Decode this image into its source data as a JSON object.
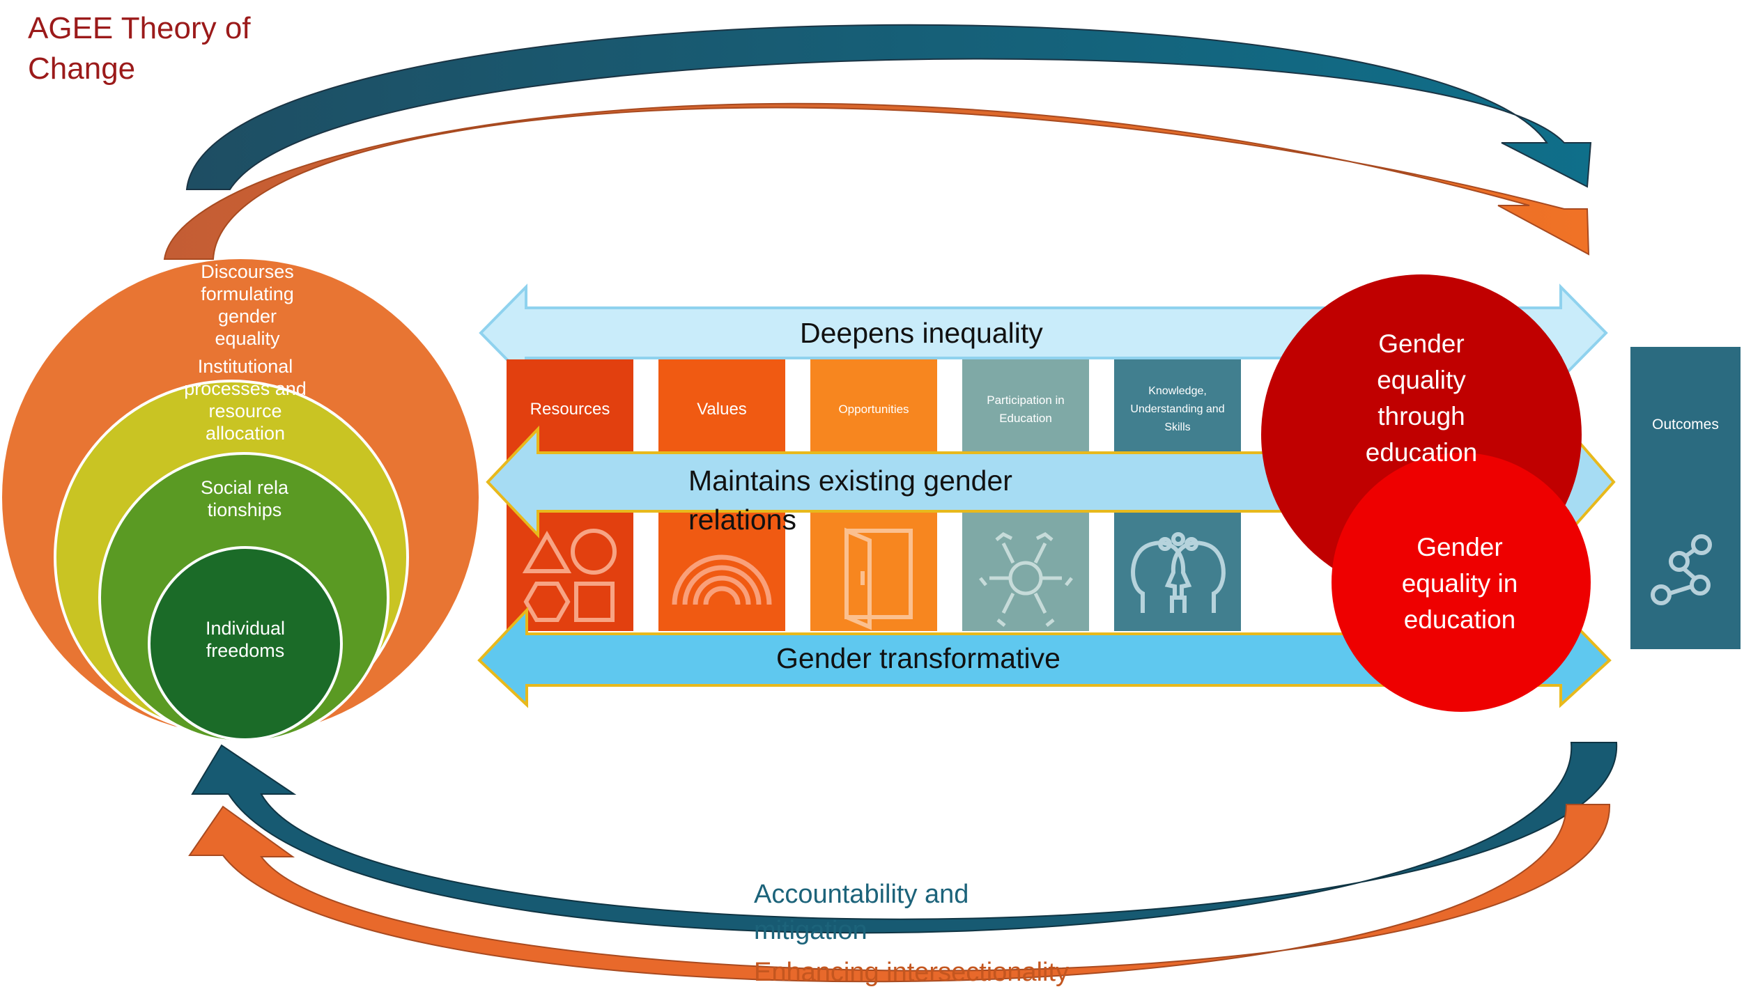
{
  "title": "AGEE Theory of Change",
  "colors": {
    "title": "#9b1a1a",
    "teal_dark": "#14566c",
    "orange_arrow": "#e8692b",
    "ring_outer": "#e87533",
    "ring_2": "#c9c423",
    "ring_3": "#5a9a23",
    "ring_inner": "#1b6b28",
    "band_light": "#c9ecfa",
    "band_mid": "#a6dcf3",
    "band_strong": "#5fc8ef",
    "band_border_yellow": "#e8b91c",
    "circle_dark_red": "#c00000",
    "circle_red": "#ee0000",
    "outcomes_panel": "#2b6b80",
    "accountability_text": "#1c637a",
    "intersectionality_text": "#c4561f"
  },
  "rings": [
    {
      "label": "Discourses formulating gender equality"
    },
    {
      "label": "Institutional processes and resource allocation"
    },
    {
      "label": "Social relationships"
    },
    {
      "label": "Individual freedoms"
    }
  ],
  "bands": {
    "top": "Deepens inequality",
    "middle": "Maintains existing gender relations",
    "bottom": "Gender transformative"
  },
  "tiles": [
    {
      "label": "Resources",
      "color": "#e2400f",
      "icon": "shapes-icon"
    },
    {
      "label": "Values",
      "color": "#f05a12",
      "icon": "rainbow-icon"
    },
    {
      "label": "Opportunities",
      "color": "#f7861f",
      "icon": "open-door-icon"
    },
    {
      "label": "Participation in Education",
      "color": "#7fa9a6",
      "icon": "hands-circle-icon"
    },
    {
      "label": "Knowledge, Understanding and Skills",
      "color": "#417f8f",
      "icon": "heads-thinking-icon"
    }
  ],
  "circles": {
    "through": "Gender equality through education",
    "in": "Gender equality in education"
  },
  "outcomes": {
    "label": "Outcomes",
    "icon": "network-nodes-icon"
  },
  "bottom_labels": {
    "accountability": "Accountability and mitigation",
    "intersectionality": "Enhancing intersectionality"
  }
}
